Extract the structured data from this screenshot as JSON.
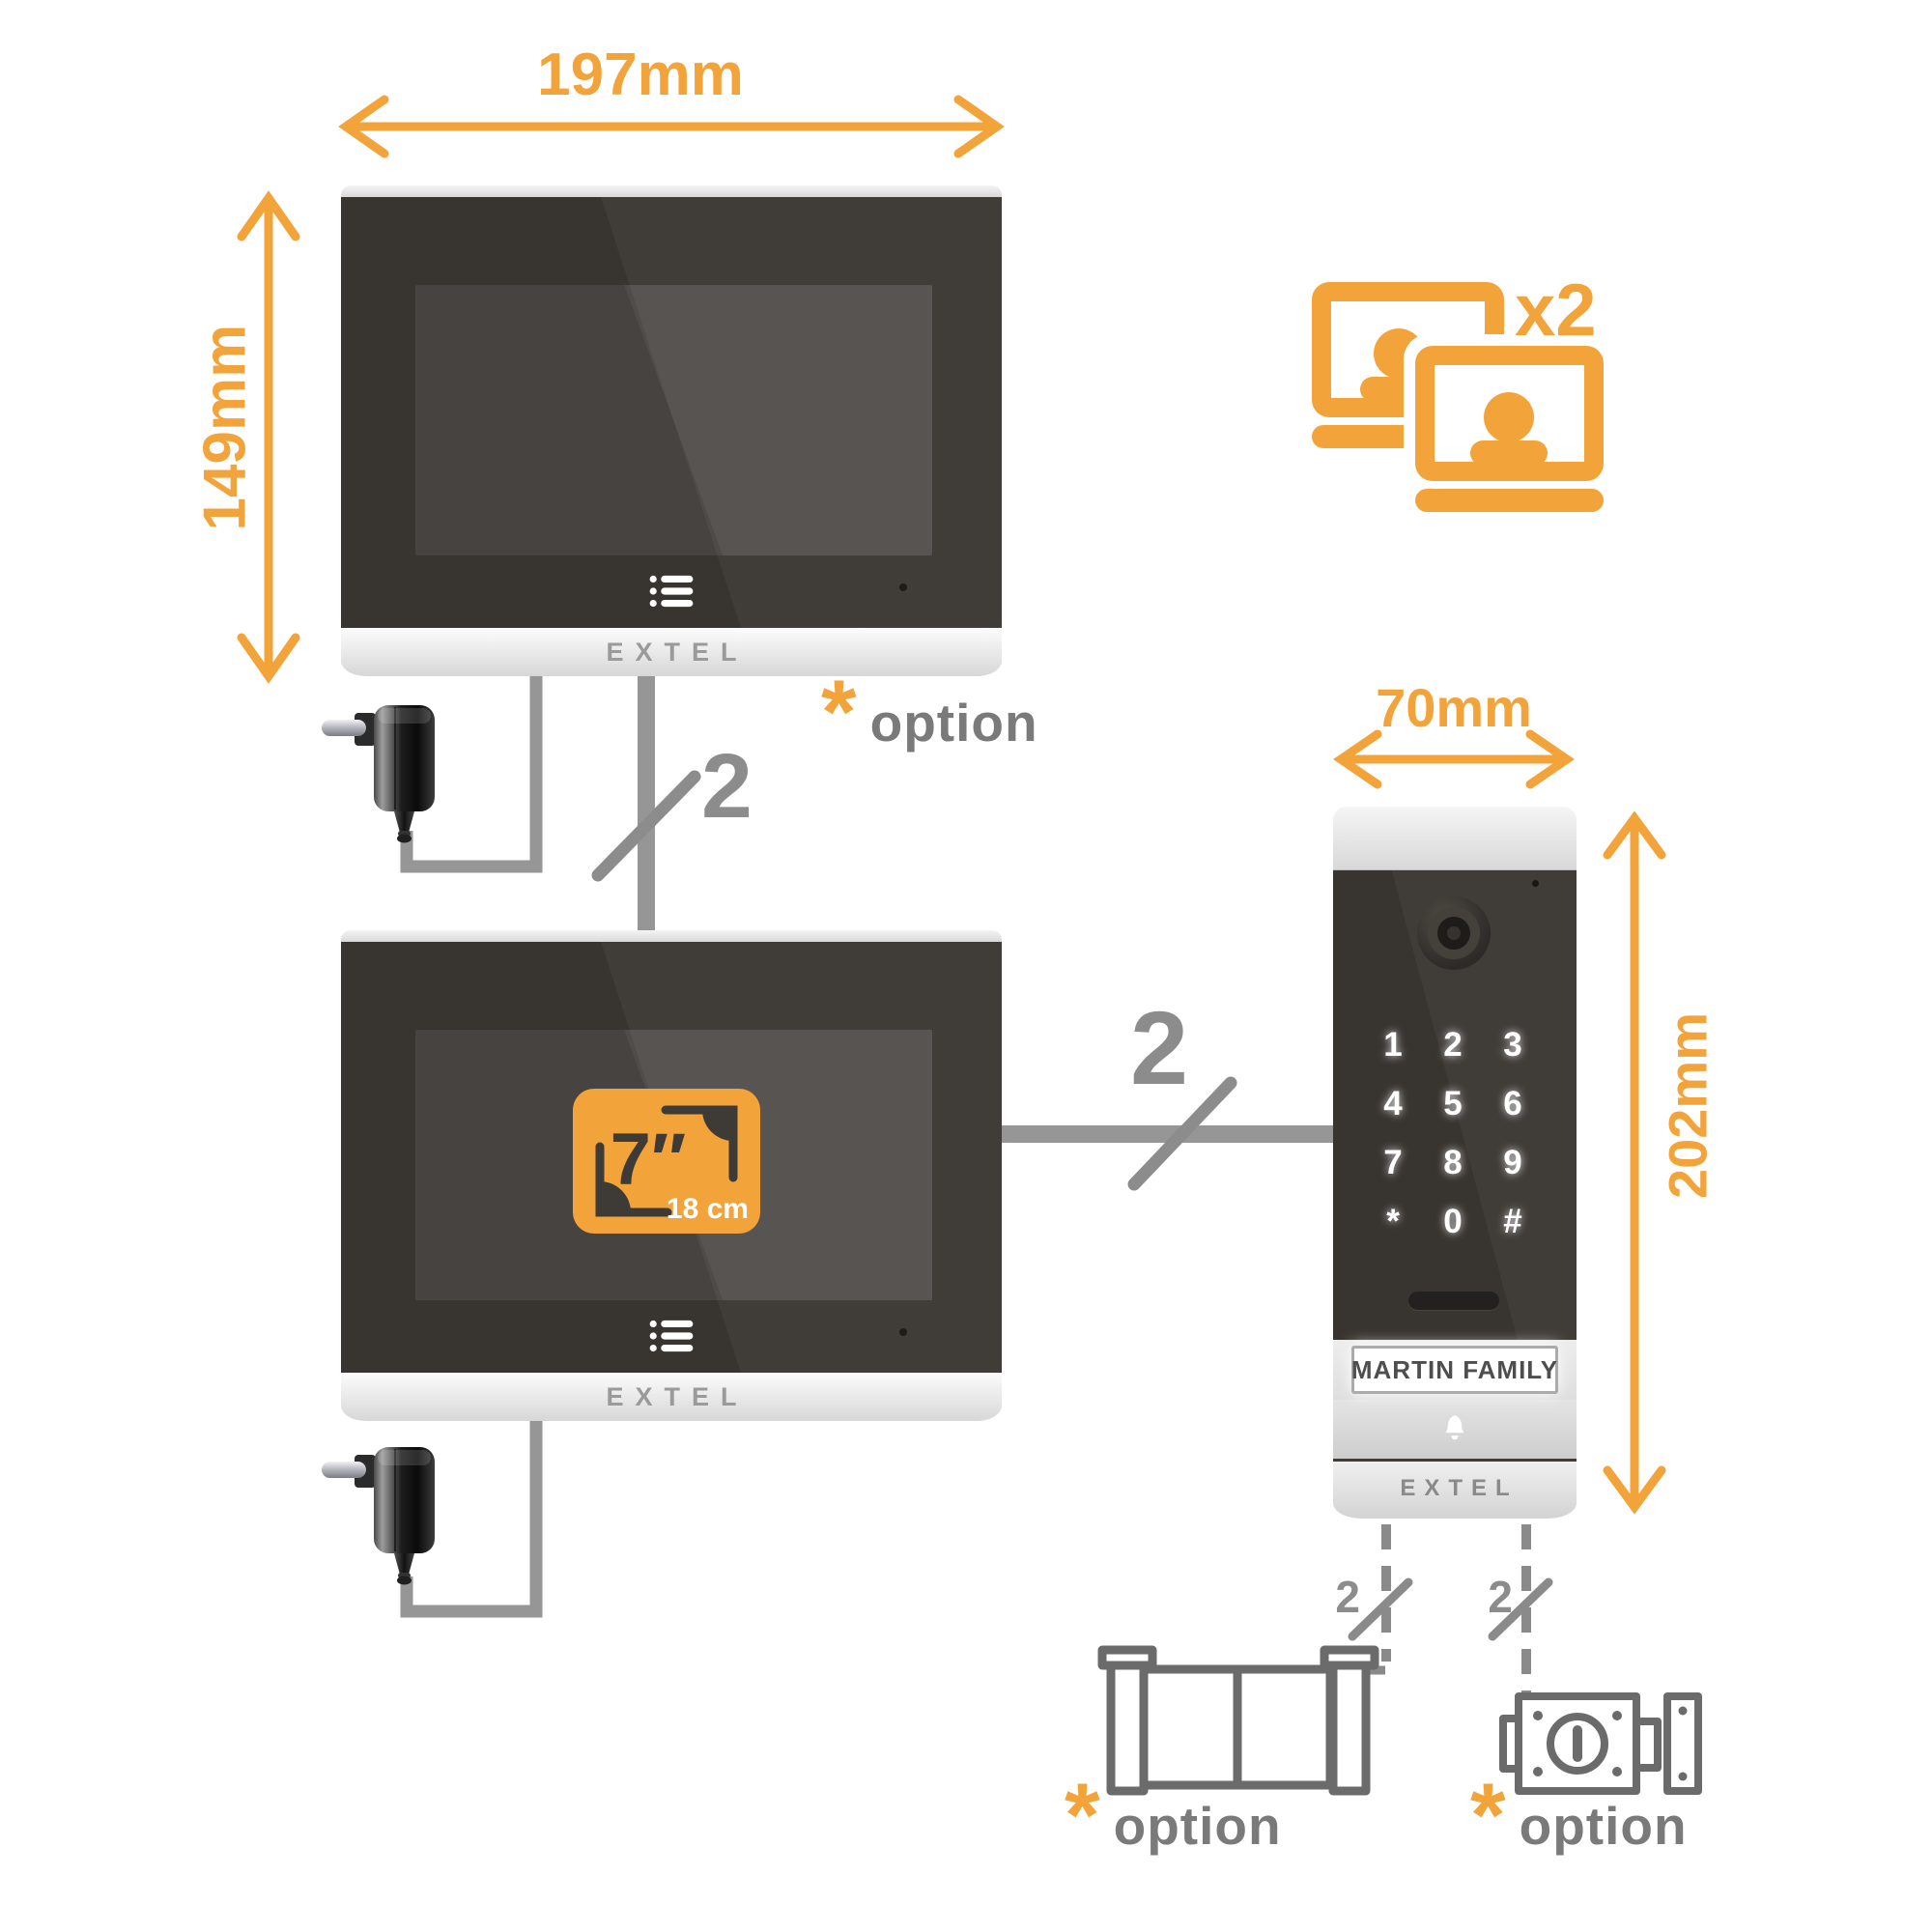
{
  "dimensions": {
    "monitor_width": "197mm",
    "monitor_height": "149mm",
    "door_station_width": "70mm",
    "door_station_height": "202mm"
  },
  "multiplier_label": "x2",
  "screen_badge": {
    "inches": "7″",
    "cm": "18 cm"
  },
  "brand_logo": "EXTEL",
  "door_station": {
    "name_plate": "MARTIN FAMILY",
    "keypad": [
      "1",
      "2",
      "3",
      "4",
      "5",
      "6",
      "7",
      "8",
      "9",
      "*",
      "0",
      "#"
    ]
  },
  "wires": {
    "monitor_link_count": "2",
    "station_link_count": "2",
    "gate_link_count": "2",
    "lock_link_count": "2"
  },
  "options": {
    "asterisk": "*",
    "monitor_option": "option",
    "gate_option": "option",
    "lock_option": "option"
  },
  "colors": {
    "accent_orange": "#F2A43B",
    "wire_gray": "#969696",
    "count_gray": "#8C8C8C",
    "outline_gray": "#6B6B6B",
    "label_gray": "#7A7A7A",
    "device_dark": "#383430"
  }
}
